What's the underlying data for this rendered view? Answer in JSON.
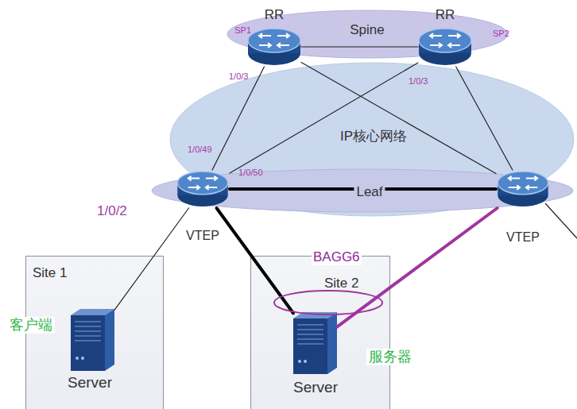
{
  "diagram": {
    "nodes": [
      {
        "text": [
          "Spine"
        ]
      },
      {
        "text": [
          "RR",
          "SP1"
        ],
        "in": 0
      },
      {
        "text": [
          "RR",
          "SP2"
        ],
        "in": 0
      },
      {
        "text": [
          "IP核心网络"
        ]
      },
      {
        "text": [
          "Leaf"
        ]
      },
      {
        "text": [
          "VTEP"
        ],
        "in": 4
      },
      {
        "text": [
          "VTEP"
        ],
        "in": 4
      },
      {
        "text": [
          "Site 1"
        ]
      },
      {
        "text": [
          "客户端",
          "Server"
        ],
        "in": 7
      },
      {
        "text": [
          "Site 2"
        ]
      },
      {
        "text": [
          "服务器",
          "Server"
        ],
        "in": 9
      }
    ],
    "edges": [
      {
        "from": 1,
        "to": 2,
        "arrow": "none"
      },
      {
        "from": 1,
        "to": 5,
        "arrow": "none"
      },
      {
        "from": 1,
        "to": 6,
        "arrow": "none"
      },
      {
        "from": 2,
        "to": 5,
        "arrow": "none"
      },
      {
        "from": 2,
        "to": 6,
        "arrow": "none"
      },
      {
        "from": 5,
        "to": 6,
        "arrow": "none"
      },
      {
        "from": 5,
        "to": 8,
        "arrow": "none"
      },
      {
        "from": 5,
        "to": 10,
        "arrow": "none"
      },
      {
        "from": 6,
        "to": 10,
        "arrow": "none"
      }
    ],
    "labels": [
      "1/0/3",
      "1/0/3",
      "1/0/49",
      "1/0/50",
      "1/0/2",
      "BAGG6"
    ]
  }
}
